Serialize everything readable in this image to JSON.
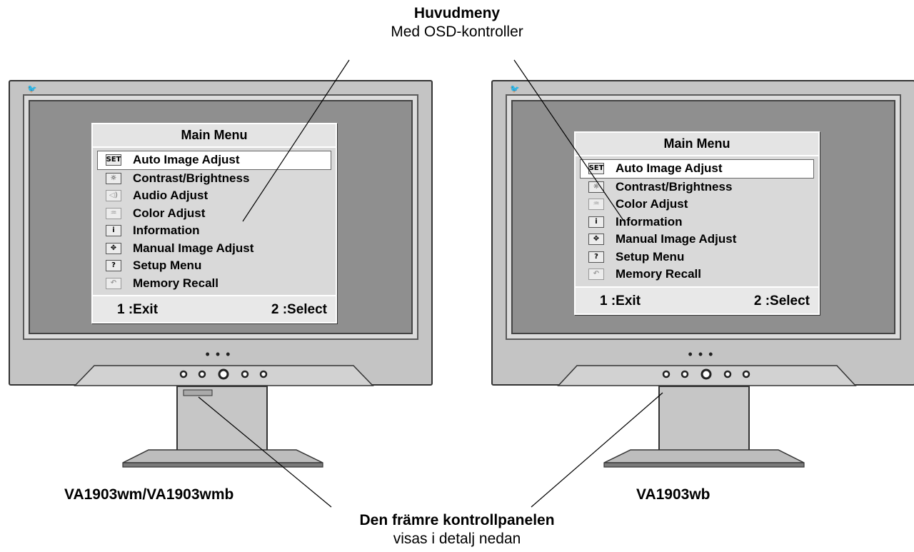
{
  "callouts": {
    "top_title": "Huvudmeny",
    "top_subtitle": "Med OSD-kontroller",
    "bottom_title": "Den främre kontrollpanelen",
    "bottom_subtitle": "visas i detalj nedan"
  },
  "monitors": [
    {
      "model": "VA1903wm/VA1903wmb",
      "osd": {
        "title": "Main Menu",
        "items": [
          {
            "icon": "auto-set-icon",
            "label": "Auto Image Adjust",
            "selected": true
          },
          {
            "icon": "contrast-brightness-icon",
            "label": "Contrast/Brightness"
          },
          {
            "icon": "audio-icon",
            "label": "Audio Adjust"
          },
          {
            "icon": "color-icon",
            "label": "Color Adjust"
          },
          {
            "icon": "information-icon",
            "label": "Information"
          },
          {
            "icon": "manual-adjust-icon",
            "label": "Manual Image Adjust"
          },
          {
            "icon": "setup-icon",
            "label": "Setup Menu"
          },
          {
            "icon": "memory-recall-icon",
            "label": "Memory Recall"
          }
        ],
        "exit": "1 :Exit",
        "select": "2 :Select"
      }
    },
    {
      "model": "VA1903wb",
      "osd": {
        "title": "Main Menu",
        "items": [
          {
            "icon": "auto-set-icon",
            "label": "Auto Image Adjust",
            "selected": true
          },
          {
            "icon": "contrast-brightness-icon",
            "label": "Contrast/Brightness"
          },
          {
            "icon": "color-icon",
            "label": "Color Adjust"
          },
          {
            "icon": "information-icon",
            "label": "Information"
          },
          {
            "icon": "manual-adjust-icon",
            "label": "Manual Image Adjust"
          },
          {
            "icon": "setup-icon",
            "label": "Setup Menu"
          },
          {
            "icon": "memory-recall-icon",
            "label": "Memory Recall"
          }
        ],
        "exit": "1 :Exit",
        "select": "2 :Select"
      }
    }
  ]
}
